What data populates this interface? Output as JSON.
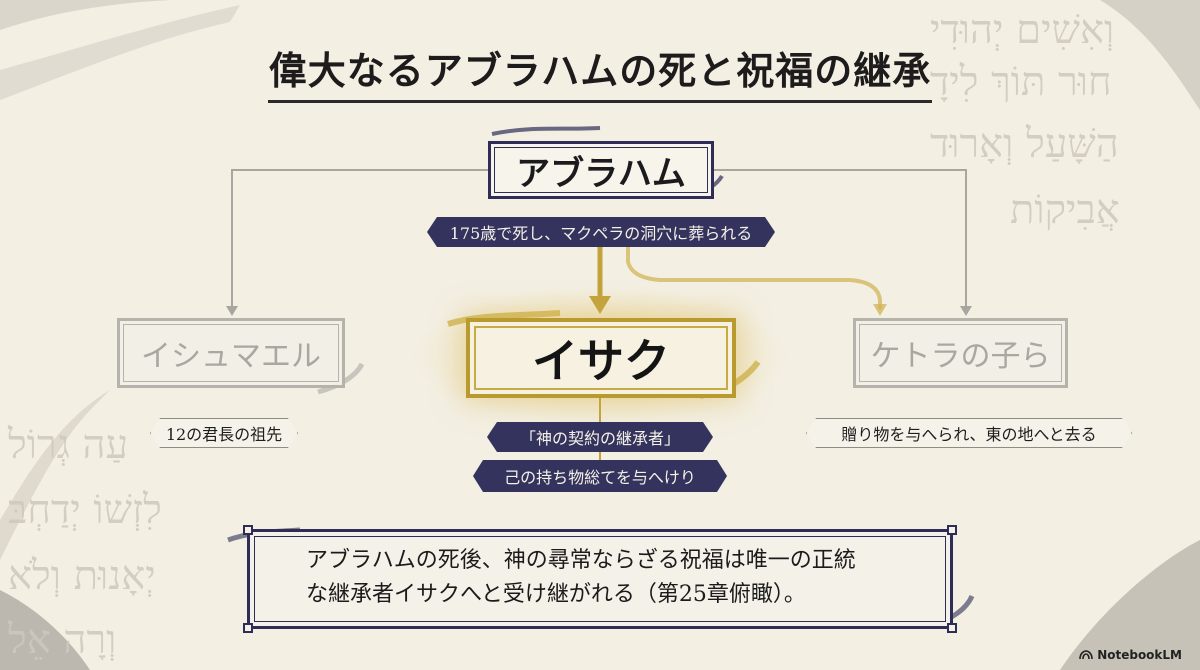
{
  "title": "偉大なるアブラハムの死と祝福の継承",
  "nodes": {
    "abraham": "アブラハム",
    "isaac": "イサク",
    "ishmael": "イシュマエル",
    "keturah": "ケトラの子ら"
  },
  "tags": {
    "abraham_death": "175歳で死し、マクペラの洞穴に葬られる",
    "ishmael": "12の君長の祖先",
    "keturah": "贈り物を与へられ、東の地へと去る",
    "isaac_heir": "「神の契約の継承者」",
    "isaac_possessions": "己の持ち物総てを与へけり"
  },
  "summary": {
    "line1": "アブラハムの死後、神の尋常ならざる祝福は唯一の正統",
    "line2": "な継承者イサクへと受け継がれる（第25章俯瞰）。"
  },
  "background": {
    "hebrew_top": [
      "וְאִשִׁים יְהוּדִי",
      "חוּר תּוֹךְ לִידָ",
      "הַשָּׁעַל וְאָרוּד",
      "אֲבִיקוֹת"
    ],
    "hebrew_bottom": [
      "עַה גְרוֹל",
      "לִזְשׁוֹ יְדַחְבּ",
      "יְאָנוּת וְלֹא",
      "וְרָה אֵל"
    ]
  },
  "brand": {
    "label": "NotebookLM"
  },
  "colors": {
    "navy": "#34335d",
    "gold": "#b99a2f",
    "grey": "#9f9c97",
    "paper": "#f3efe3"
  }
}
